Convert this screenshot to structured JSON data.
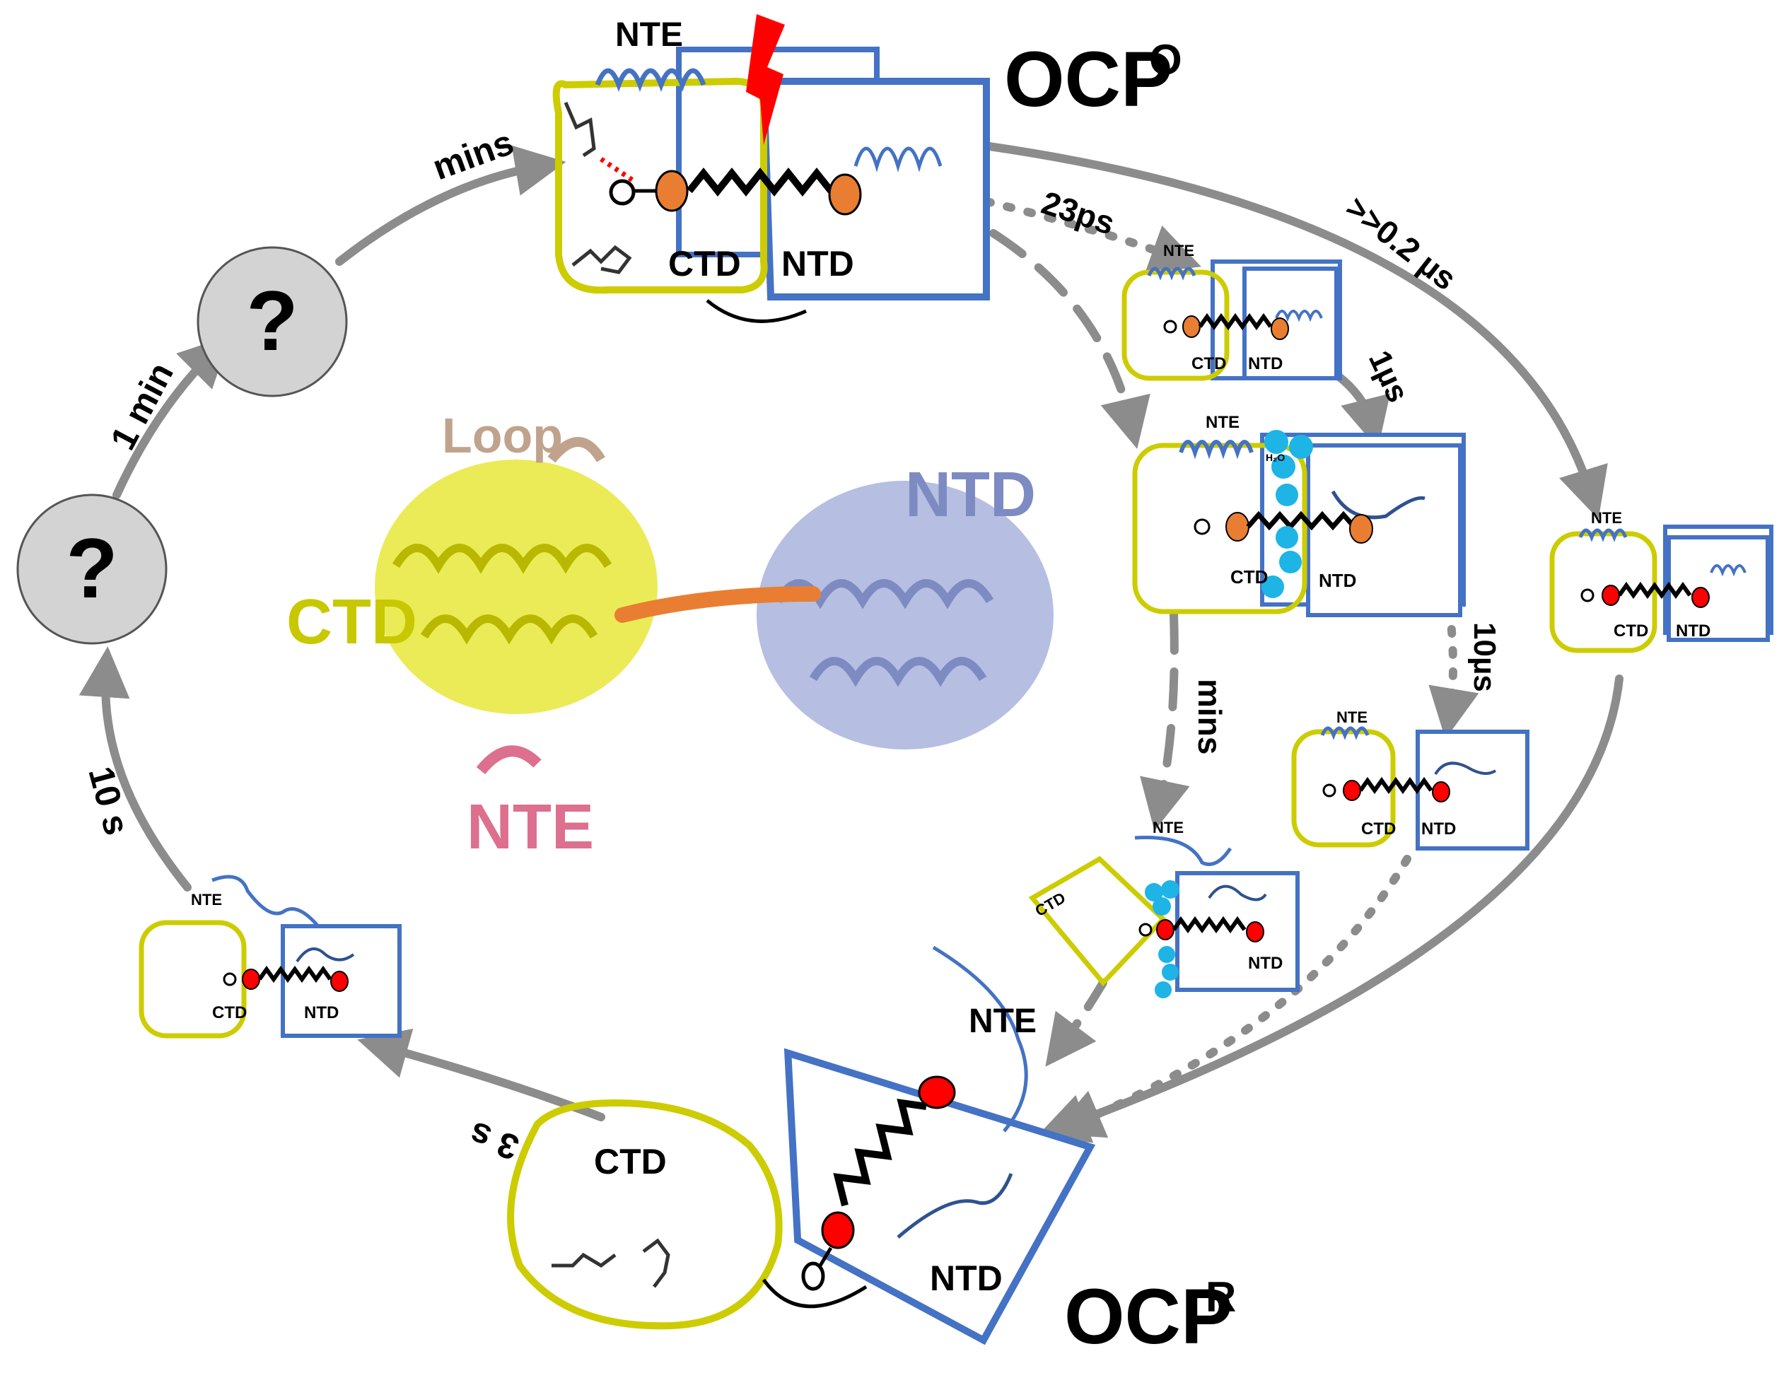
{
  "title": {
    "main": "OCP",
    "orange_sup": "O",
    "red_sup": "R"
  },
  "labels": {
    "nte": "NTE",
    "ctd": "CTD",
    "ntd": "NTD",
    "loop": "Loop",
    "water": "H₂O",
    "unknown": "?"
  },
  "steps": {
    "mins_top": "mins",
    "one_min": "1 min",
    "ten_s": "10 s",
    "three_s": "3 s",
    "ps23": "23ps",
    "us02": ">>0.2 µs",
    "us1": "1µs",
    "us10": "10µs",
    "mins_mid": "mins"
  },
  "colors": {
    "ctd_box": "#cccc00",
    "ntd_box": "#4472c4",
    "arrow": "#8c8c8c",
    "carotenoid_orange": "#e97e32",
    "carotenoid_red": "#ff0000",
    "water": "#1eb4e6",
    "flash": "#ff0000",
    "struct_ctd": "#e8e83a",
    "struct_ntd": "#a9b3dd",
    "struct_nte": "#dd6f8f",
    "struct_loop": "#c0a38c"
  }
}
